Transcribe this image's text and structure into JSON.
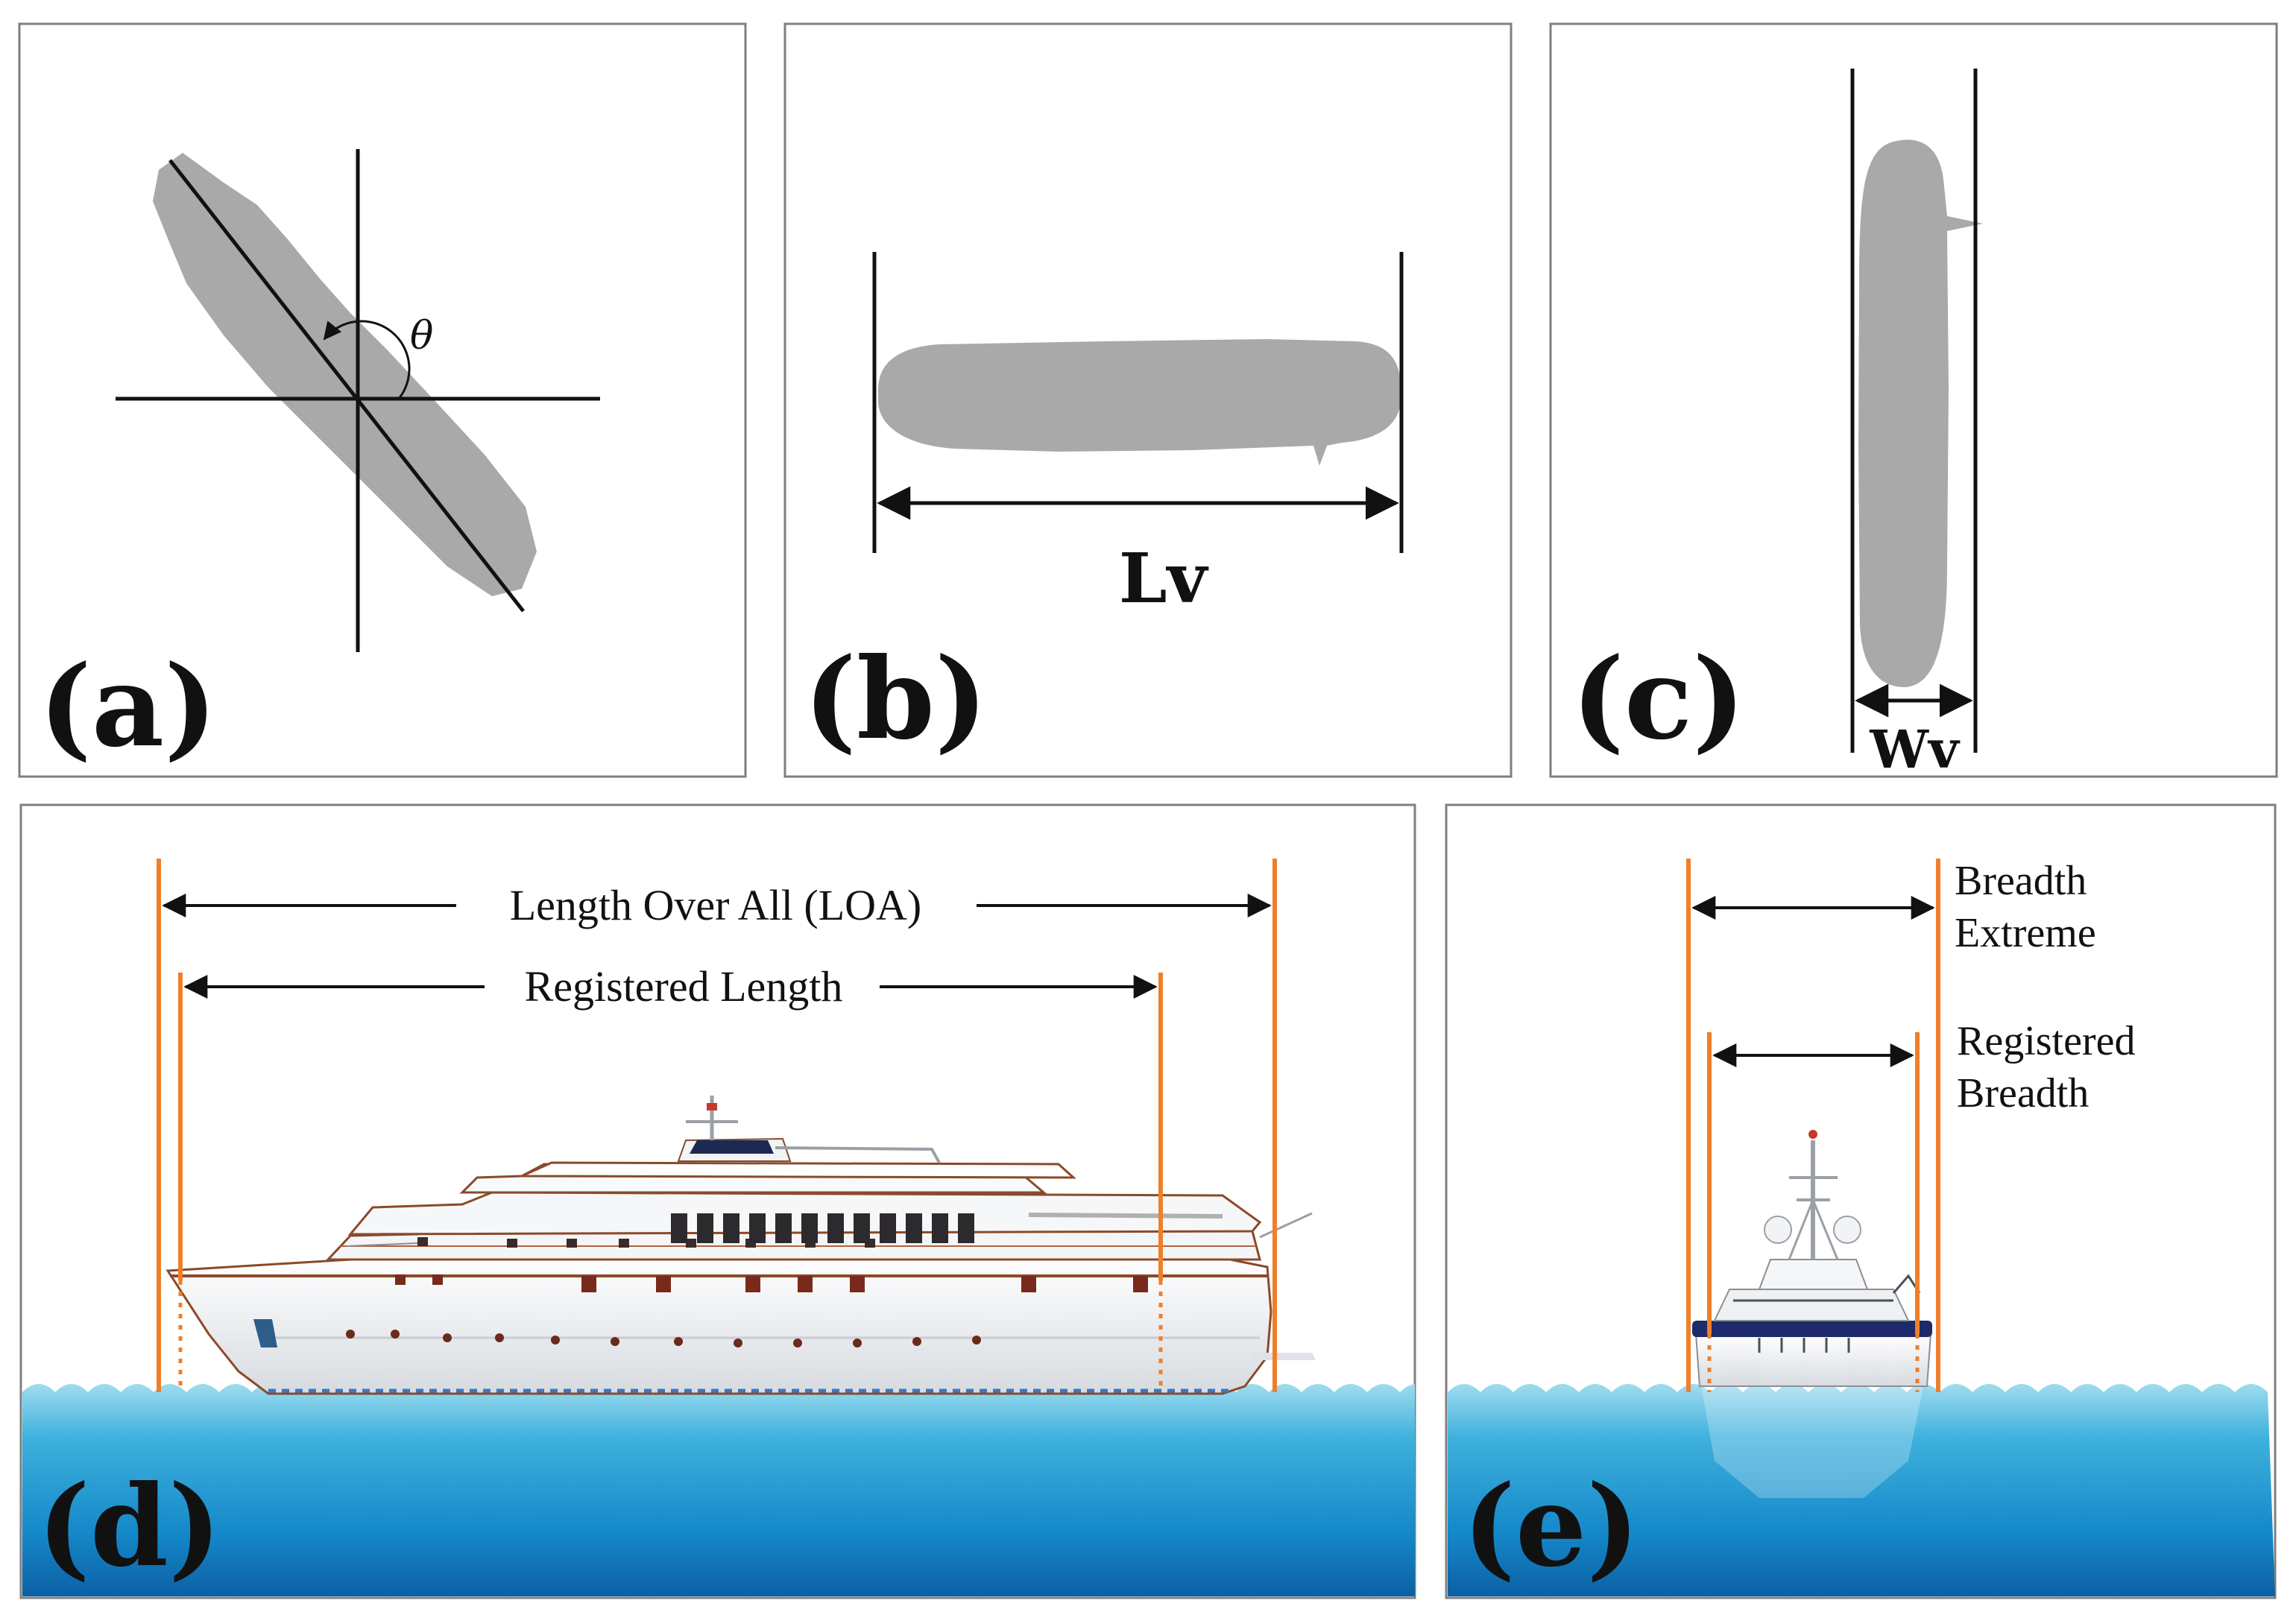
{
  "panels": {
    "a": {
      "label": "(a)",
      "angle_symbol": "θ"
    },
    "b": {
      "label": "(b)",
      "dimension_label": "Lv"
    },
    "c": {
      "label": "(c)",
      "dimension_label": "Wv"
    },
    "d": {
      "label": "(d)",
      "dimensions": {
        "loa": "Length Over All (LOA)",
        "registered_length": "Registered Length"
      }
    },
    "e": {
      "label": "(e)",
      "dimensions": {
        "breadth_extreme_line1": "Breadth",
        "breadth_extreme_line2": "Extreme",
        "registered_breadth_line1": "Registered",
        "registered_breadth_line2": "Breadth"
      }
    }
  },
  "colors": {
    "silhouette": "#a9a9a9",
    "measurement_line": "#f07f2a",
    "water_top": "#8fd3ea",
    "water_bottom": "#0d6fb3",
    "frame": "#7f7f7f"
  },
  "icons": [
    "ship-side-view-icon",
    "ship-front-view-icon",
    "water-waves-icon"
  ]
}
